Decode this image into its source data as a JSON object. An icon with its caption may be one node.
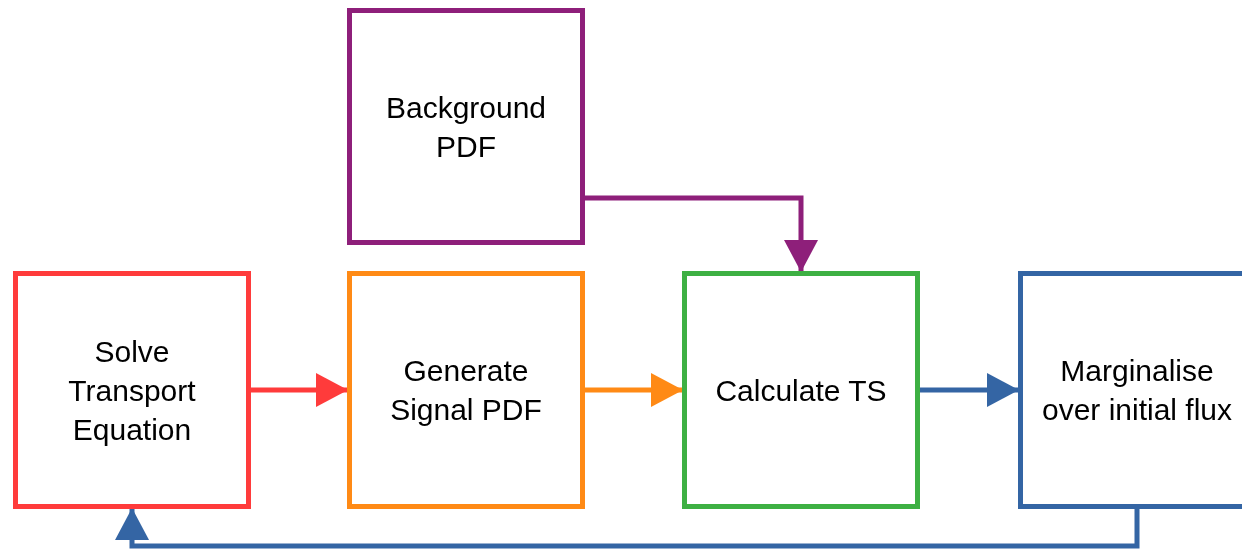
{
  "diagram": {
    "nodes": [
      {
        "text": [
          "Background PDF"
        ]
      },
      {
        "text": [
          "Solve Transport Equation"
        ]
      },
      {
        "text": [
          "Generate Signal PDF"
        ]
      },
      {
        "text": [
          "Calculate TS"
        ]
      },
      {
        "text": [
          "Marginalise over initial flux"
        ]
      }
    ],
    "edges": [
      {
        "from": 0,
        "to": 3,
        "arrow": "to",
        "color": "#8e1f7a"
      },
      {
        "from": 1,
        "to": 2,
        "arrow": "to",
        "color": "#ff3b3b"
      },
      {
        "from": 2,
        "to": 3,
        "arrow": "to",
        "color": "#ff8a15"
      },
      {
        "from": 3,
        "to": 4,
        "arrow": "to",
        "color": "#3465a4"
      },
      {
        "from": 4,
        "to": 1,
        "arrow": "to",
        "color": "#3465a4"
      }
    ]
  }
}
